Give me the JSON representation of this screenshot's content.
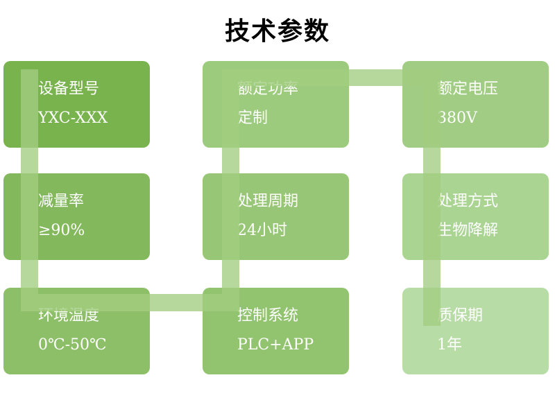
{
  "title": "技术参数",
  "background_color": "#ffffff",
  "title_color": "#000000",
  "text_color": "#ffffff",
  "connector": {
    "color": "rgba(163,205,128,0.78)"
  },
  "cards": [
    {
      "id": "device-model",
      "title": "设备型号",
      "value": "YXC-XXX",
      "color": "#79b34e"
    },
    {
      "id": "rated-power",
      "title": "额定功率",
      "value": "定制",
      "color": "#9ccb7d"
    },
    {
      "id": "rated-voltage",
      "title": "额定电压",
      "value": "380V",
      "color": "#a0cd83"
    },
    {
      "id": "reduction-rate",
      "title": "减量率",
      "value": "≥90%",
      "color": "#83b95c"
    },
    {
      "id": "process-cycle",
      "title": "处理周期",
      "value": "24小时",
      "color": "#97c776"
    },
    {
      "id": "process-method",
      "title": "处理方式",
      "value": "生物降解",
      "color": "#aad492"
    },
    {
      "id": "ambient-temp",
      "title": "环境温度",
      "value": "0℃-50℃",
      "color": "#8cbf67"
    },
    {
      "id": "control-system",
      "title": "控制系统",
      "value": "PLC+APP",
      "color": "#92c46f"
    },
    {
      "id": "warranty",
      "title": "质保期",
      "value": "1年",
      "color": "#b8dca6"
    }
  ]
}
